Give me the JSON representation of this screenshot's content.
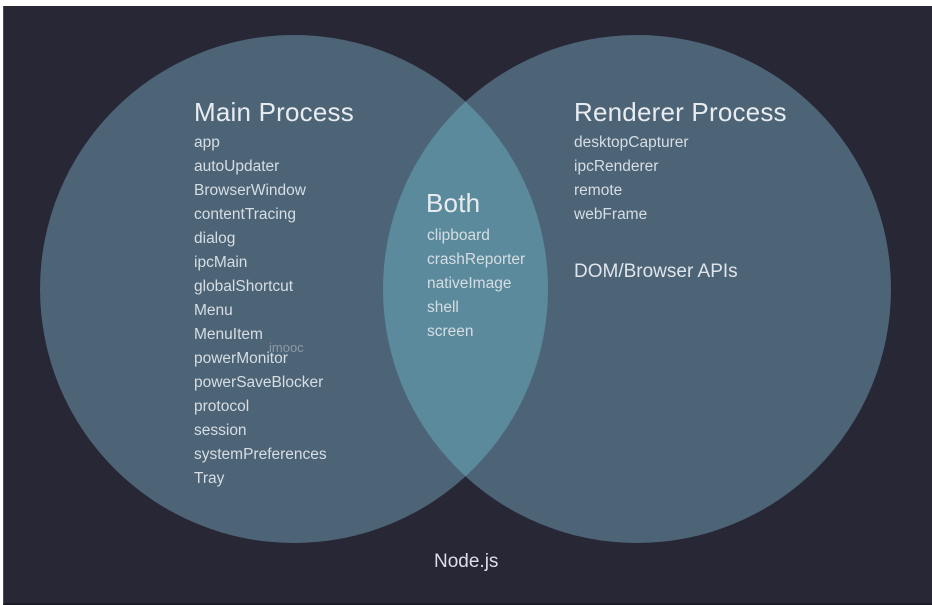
{
  "colors": {
    "background": "#282735",
    "circle": "#4d6477",
    "overlap": "#5b8a9c",
    "text": "#dfe3e8"
  },
  "main_process": {
    "title": "Main Process",
    "items": [
      "app",
      "autoUpdater",
      "BrowserWindow",
      "contentTracing",
      "dialog",
      "ipcMain",
      "globalShortcut",
      "Menu",
      "MenuItem",
      "powerMonitor",
      "powerSaveBlocker",
      "protocol",
      "session",
      "systemPreferences",
      "Tray"
    ]
  },
  "both": {
    "title": "Both",
    "items": [
      "clipboard",
      "crashReporter",
      "nativeImage",
      "shell",
      "screen"
    ]
  },
  "renderer_process": {
    "title": "Renderer Process",
    "items": [
      "desktopCapturer",
      "ipcRenderer",
      "remote",
      "webFrame"
    ],
    "extra": "DOM/Browser APIs"
  },
  "footer": "Node.js",
  "watermark": "imooc"
}
